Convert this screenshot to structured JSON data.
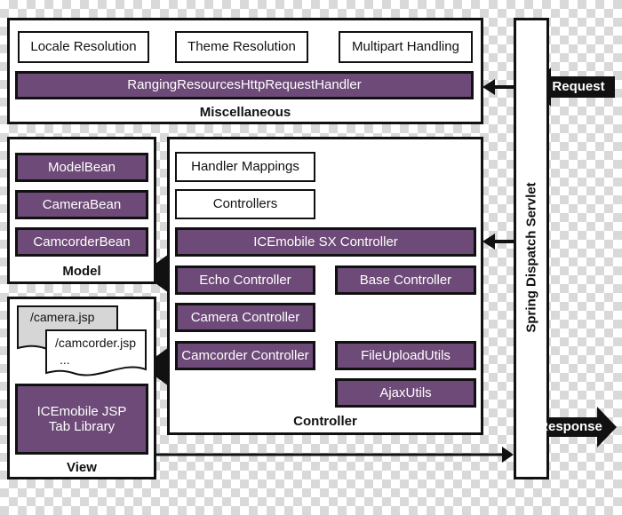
{
  "misc": {
    "title": "Miscellaneous",
    "locale": "Locale Resolution",
    "theme": "Theme Resolution",
    "multipart": "Multipart Handling",
    "handler": "RangingResourcesHttpRequestHandler"
  },
  "model": {
    "title": "Model",
    "beans": [
      "ModelBean",
      "CameraBean",
      "CamcorderBean"
    ]
  },
  "view": {
    "title": "View",
    "files": [
      "/camera.jsp",
      "/camcorder.jsp",
      "..."
    ],
    "library": "ICEmobile JSP Tab Library"
  },
  "controller": {
    "title": "Controller",
    "handler_mappings": "Handler Mappings",
    "controllers": "Controllers",
    "sx_controller": "ICEmobile SX Controller",
    "echo": "Echo Controller",
    "base": "Base Controller",
    "camera": "Camera Controller",
    "camcorder": "Camcorder Controller",
    "file_upload": "FileUploadUtils",
    "ajax": "AjaxUtils"
  },
  "servlet": {
    "label": "Spring Dispatch Servlet"
  },
  "request_label": "Request",
  "response_label": "Response",
  "colors": {
    "purple": "#6e4a78",
    "border": "#111111",
    "arrow": "#111111"
  }
}
